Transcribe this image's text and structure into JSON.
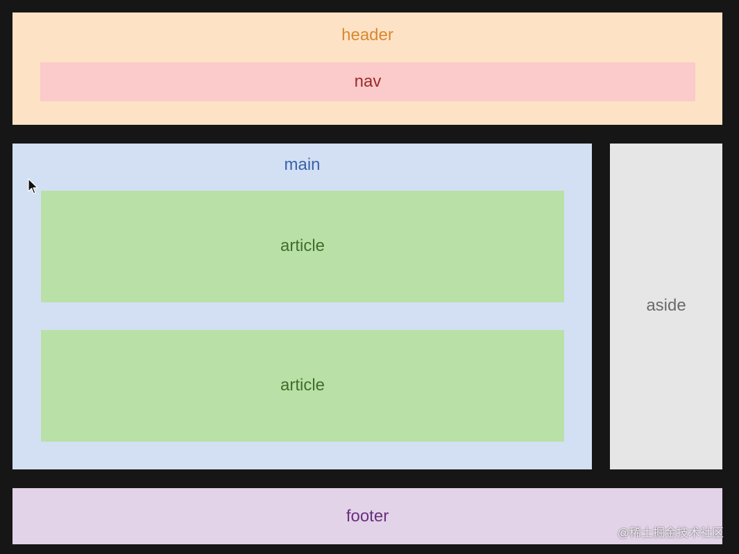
{
  "header": {
    "label": "header"
  },
  "nav": {
    "label": "nav"
  },
  "main": {
    "label": "main",
    "articles": [
      {
        "label": "article"
      },
      {
        "label": "article"
      }
    ]
  },
  "aside": {
    "label": "aside"
  },
  "footer": {
    "label": "footer"
  },
  "watermark": {
    "text": "@稀土掘金技术社区"
  },
  "colors": {
    "background": "#161616",
    "header": "#fde2c6",
    "nav": "#fbcaca",
    "main": "#d3e0f3",
    "article": "#b9e0a6",
    "aside": "#e6e6e6",
    "footer": "#e2d3e8"
  },
  "icons": {
    "cursor": "mouse-pointer-icon"
  }
}
